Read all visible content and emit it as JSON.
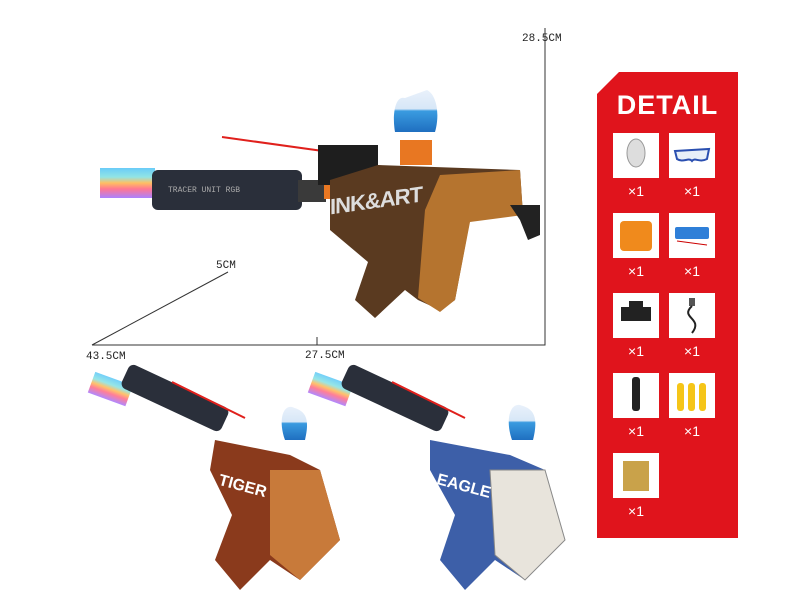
{
  "dimensions": {
    "height": "28.5CM",
    "depth": "5CM",
    "length": "43.5CM",
    "grip": "27.5CM"
  },
  "main_gun": {
    "print_text": "INK&ART",
    "barrel_text": "TRACER UNIT RGB"
  },
  "variants": [
    {
      "print_text": "TIGER"
    },
    {
      "print_text": "EAGLE"
    }
  ],
  "detail_panel": {
    "title": "DETAIL",
    "color": "#e0141c",
    "items": [
      {
        "icon": "ammo-bottle",
        "qty": "×1"
      },
      {
        "icon": "goggles",
        "qty": "×1"
      },
      {
        "icon": "hopper-adapter",
        "qty": "×1"
      },
      {
        "icon": "battery",
        "qty": "×1"
      },
      {
        "icon": "scope-sight",
        "qty": "×1"
      },
      {
        "icon": "usb-cable",
        "qty": "×1"
      },
      {
        "icon": "tracer-barrel",
        "qty": "×1"
      },
      {
        "icon": "foam-darts",
        "qty": "×1"
      },
      {
        "icon": "gel-ball-pack",
        "qty": "×1"
      }
    ]
  }
}
